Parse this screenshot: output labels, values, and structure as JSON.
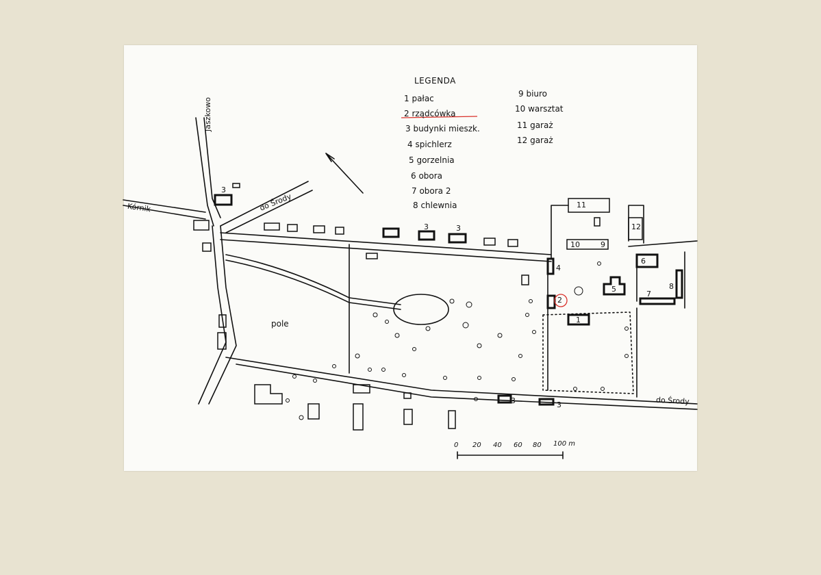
{
  "legend": {
    "title": "LEGENDA",
    "col1": [
      "1 pałac",
      "2 rządcówka",
      "3 budynki mieszk.",
      "4 spichlerz",
      "5 gorzelnia",
      "6 obora",
      "7 obora 2",
      "8 chlewnia"
    ],
    "col2": [
      "9 biuro",
      "10 warsztat",
      "11 garaż",
      "12 garaż"
    ]
  },
  "roads": {
    "jaszkowo": "Jaszkowo",
    "kornik": "Kórnik",
    "do_srody_top": "do Środy",
    "do_srody_bottom": "do Środy"
  },
  "labels": {
    "pole": "pole"
  },
  "building_numbers": {
    "b1": "1",
    "b2": "2",
    "b3a": "3",
    "b3b": "3",
    "b3c": "3",
    "b3d": "3",
    "b3e": "3",
    "b4": "4",
    "b5": "5",
    "b6": "6",
    "b7": "7",
    "b8": "8",
    "b9": "9",
    "b10": "10",
    "b11": "11",
    "b12": "12"
  },
  "scale": {
    "ticks": [
      "0",
      "20",
      "40",
      "60",
      "80",
      "100 m"
    ]
  },
  "colors": {
    "paper": "#e8e3d1",
    "sheet": "#fbfbf8",
    "ink": "#111111",
    "highlight": "#d9302a"
  }
}
